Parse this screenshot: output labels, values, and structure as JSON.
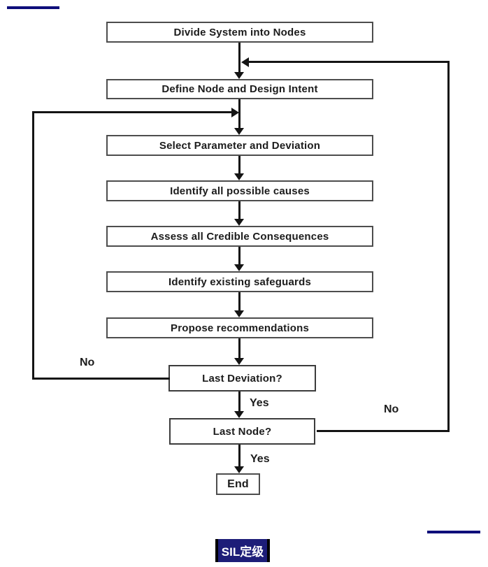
{
  "flowchart": {
    "nodes": [
      {
        "id": "divide-system",
        "type": "process",
        "label": "Divide System into Nodes"
      },
      {
        "id": "define-node",
        "type": "process",
        "label": "Define Node and Design Intent"
      },
      {
        "id": "select-param",
        "type": "process",
        "label": "Select Parameter and Deviation"
      },
      {
        "id": "identify-causes",
        "type": "process",
        "label": "Identify all possible causes"
      },
      {
        "id": "assess-conseq",
        "type": "process",
        "label": "Assess all Credible Consequences"
      },
      {
        "id": "identify-safe",
        "type": "process",
        "label": "Identify existing safeguards"
      },
      {
        "id": "propose-rec",
        "type": "process",
        "label": "Propose recommendations"
      },
      {
        "id": "last-deviation",
        "type": "decision",
        "label": "Last Deviation?"
      },
      {
        "id": "last-node",
        "type": "decision",
        "label": "Last Node?"
      },
      {
        "id": "end",
        "type": "terminator",
        "label": "End"
      }
    ],
    "edge_labels": {
      "last_deviation_no": "No",
      "last_deviation_yes": "Yes",
      "last_node_no": "No",
      "last_node_yes": "Yes"
    }
  },
  "footer": {
    "badge_label": "SIL定级"
  },
  "colors": {
    "accent_navy": "#0e0e7a",
    "badge_background": "#1d1d78",
    "badge_text": "#ffffff",
    "flow_line": "#141414",
    "box_border": "#4d4d4d",
    "background": "#ffffff"
  }
}
